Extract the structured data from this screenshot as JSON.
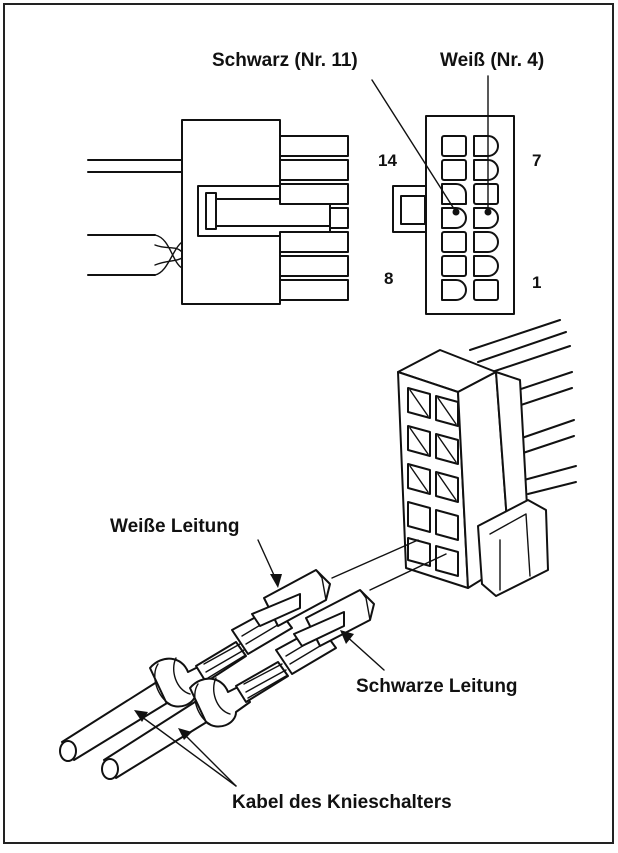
{
  "labels": {
    "schwarz_nr11": "Schwarz (Nr. 11)",
    "weiss_nr4": "Weiß (Nr. 4)",
    "pin14": "14",
    "pin7": "7",
    "pin8": "8",
    "pin1": "1",
    "weisse_leitung": "Weiße Leitung",
    "schwarze_leitung": "Schwarze Leitung",
    "kabel_kniesch": "Kabel des Knieschalters"
  },
  "colors": {
    "line": "#111111",
    "background": "#ffffff",
    "frame": "#222222"
  }
}
